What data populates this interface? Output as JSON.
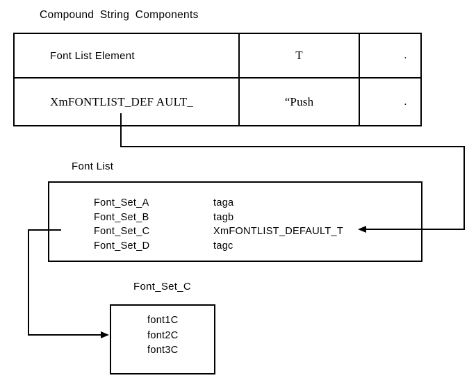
{
  "title": "Compound String Components",
  "table": {
    "rows": [
      {
        "c1": "Font List Element",
        "c2": "T",
        "c3": "."
      },
      {
        "c1": "XmFONTLIST_DEF AULT_",
        "c2": "“Push",
        "c3": "."
      }
    ]
  },
  "font_list": {
    "label": "Font List",
    "entries": [
      {
        "name": "Font_Set_A",
        "tag": "taga"
      },
      {
        "name": "Font_Set_B",
        "tag": "tagb"
      },
      {
        "name": "Font_Set_C",
        "tag": "XmFONTLIST_DEFAULT_T"
      },
      {
        "name": "Font_Set_D",
        "tag": "tagc"
      }
    ]
  },
  "font_set_c": {
    "label": "Font_Set_C",
    "fonts": [
      "font1C",
      "font2C",
      "font3C"
    ]
  },
  "colors": {
    "background": "#ffffff",
    "line": "#000000",
    "text": "#000000"
  }
}
